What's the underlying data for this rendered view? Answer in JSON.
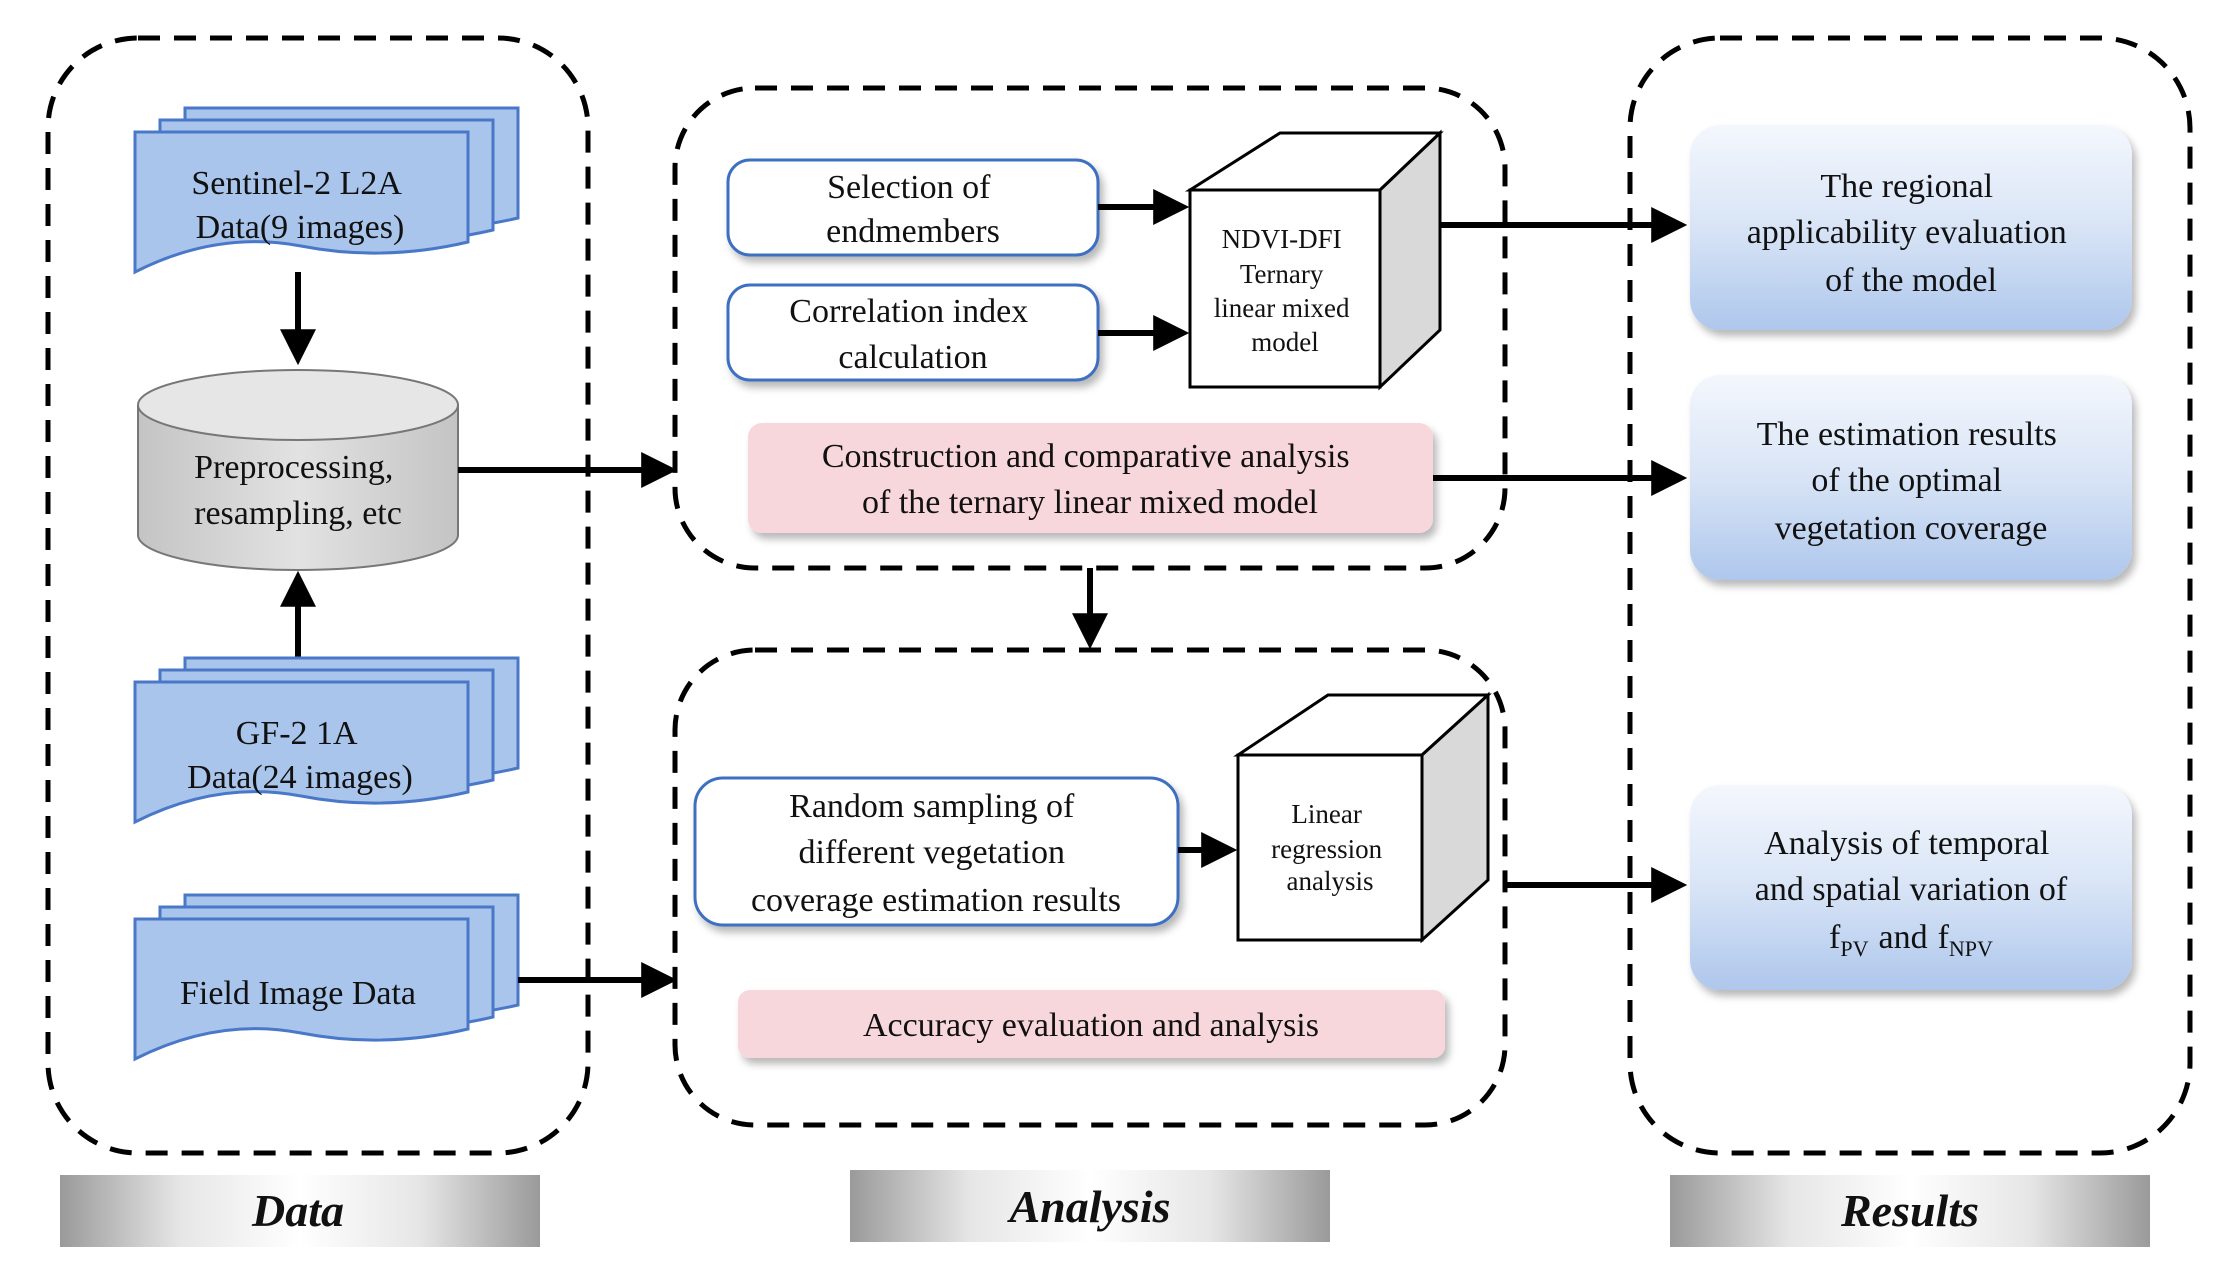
{
  "columns": {
    "data": "Data",
    "analysis": "Analysis",
    "results": "Results"
  },
  "data_column": {
    "sentinel": [
      "Sentinel-2 L2A",
      "Data(9 images)"
    ],
    "preprocessing": [
      "Preprocessing,",
      "resampling, etc"
    ],
    "gf2": [
      "GF-2 1A",
      "Data(24 images)"
    ],
    "field": [
      "Field Image Data"
    ]
  },
  "analysis_top": {
    "selection": [
      "Selection of",
      "endmembers"
    ],
    "correlation": [
      "Correlation index",
      "calculation"
    ],
    "cube": [
      "NDVI-DFI",
      "Ternary",
      "linear mixed",
      "model"
    ],
    "construction": [
      "Construction and comparative analysis",
      "of the ternary linear mixed model"
    ]
  },
  "analysis_bottom": {
    "random": [
      "Random sampling of",
      "different vegetation",
      "coverage estimation results"
    ],
    "cube": [
      "Linear",
      "regression",
      "analysis"
    ],
    "accuracy": [
      "Accuracy evaluation and analysis"
    ]
  },
  "results_column": {
    "regional": [
      "The regional",
      "applicability evaluation",
      "of the model"
    ],
    "estimation": [
      "The estimation results",
      "of the optimal",
      "vegetation coverage"
    ],
    "temporal": [
      "Analysis of temporal",
      "and spatial variation of"
    ],
    "fpv_base": "f",
    "fpv_sub": "PV",
    "and_word": "and",
    "fnpv_base": "f",
    "fnpv_sub": "NPV"
  },
  "colors": {
    "doc_fill": "#a9c5ec",
    "doc_stroke": "#4a78c8",
    "blue_box_stroke": "#3d6fc0",
    "pink": "#f8d7dc",
    "result_top": "#f2f6fc",
    "result_bottom": "#b7cdee",
    "cylinder": "#d9d9d9"
  }
}
